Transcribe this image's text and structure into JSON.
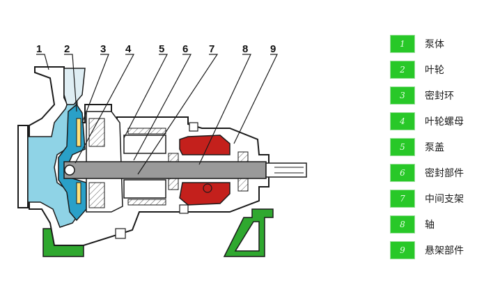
{
  "diagram": {
    "callouts": [
      "1",
      "2",
      "3",
      "4",
      "5",
      "6",
      "7",
      "8",
      "9"
    ]
  },
  "legend": {
    "items": [
      {
        "number": "1",
        "label": "泵体"
      },
      {
        "number": "2",
        "label": "叶轮"
      },
      {
        "number": "3",
        "label": "密封环"
      },
      {
        "number": "4",
        "label": "叶轮螺母"
      },
      {
        "number": "5",
        "label": "泵盖"
      },
      {
        "number": "6",
        "label": "密封部件"
      },
      {
        "number": "7",
        "label": "中间支架"
      },
      {
        "number": "8",
        "label": "轴"
      },
      {
        "number": "9",
        "label": "悬架部件"
      }
    ]
  },
  "colors": {
    "legend_badge": "#28c828",
    "pump_body": "#8fd3e6",
    "impeller": "#2aa0c8",
    "bearing_bracket": "#c4201c",
    "support_feet": "#2fa82f",
    "shaft": "#9a9a9a",
    "outline": "#1a1a1a"
  }
}
